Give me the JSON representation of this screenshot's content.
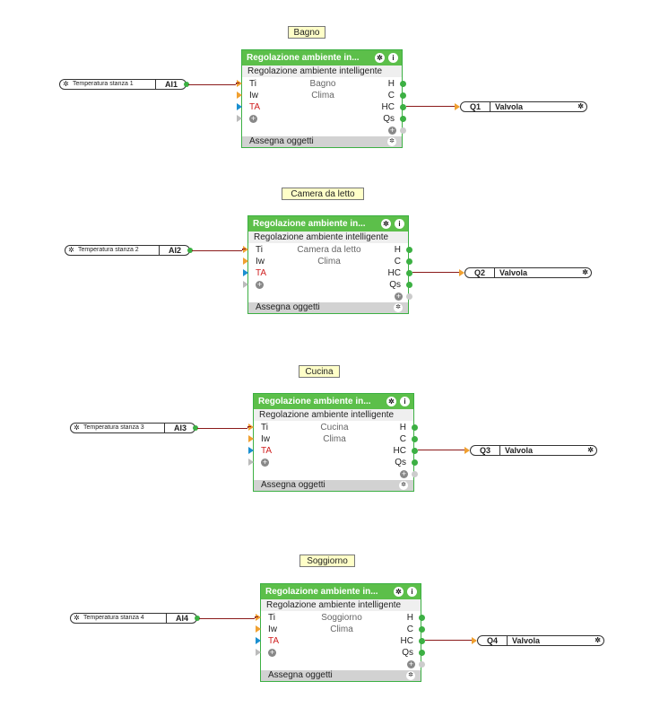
{
  "block_title": "Regolazione ambiente in...",
  "block_subtitle": "Regolazione ambiente intelligente",
  "inputs": [
    "Ti",
    "Iw",
    "TA"
  ],
  "outputs": [
    "H",
    "C",
    "HC",
    "Qs"
  ],
  "mode": "Clima",
  "footer": "Assegna oggetti",
  "colors": {
    "header": "#5cbf4a",
    "wire": "#8b1a1a",
    "ta": "#d02020",
    "tag_bg": "#ffffc8"
  },
  "icons": {
    "settings": "gear-icon",
    "info": "info-icon",
    "add": "plus-icon"
  },
  "rooms": [
    {
      "room": "Bagno",
      "sensor_name": "Temperatura stanza 1",
      "sensor_code": "AI1",
      "out_code": "Q1",
      "out_name": "Valvola"
    },
    {
      "room": "Camera da letto",
      "sensor_name": "Temperatura stanza 2",
      "sensor_code": "AI2",
      "out_code": "Q2",
      "out_name": "Valvola"
    },
    {
      "room": "Cucina",
      "sensor_name": "Temperatura stanza 3",
      "sensor_code": "AI3",
      "out_code": "Q3",
      "out_name": "Valvola"
    },
    {
      "room": "Soggiorno",
      "sensor_name": "Temperatura stanza 4",
      "sensor_code": "AI4",
      "out_code": "Q4",
      "out_name": "Valvola"
    }
  ]
}
